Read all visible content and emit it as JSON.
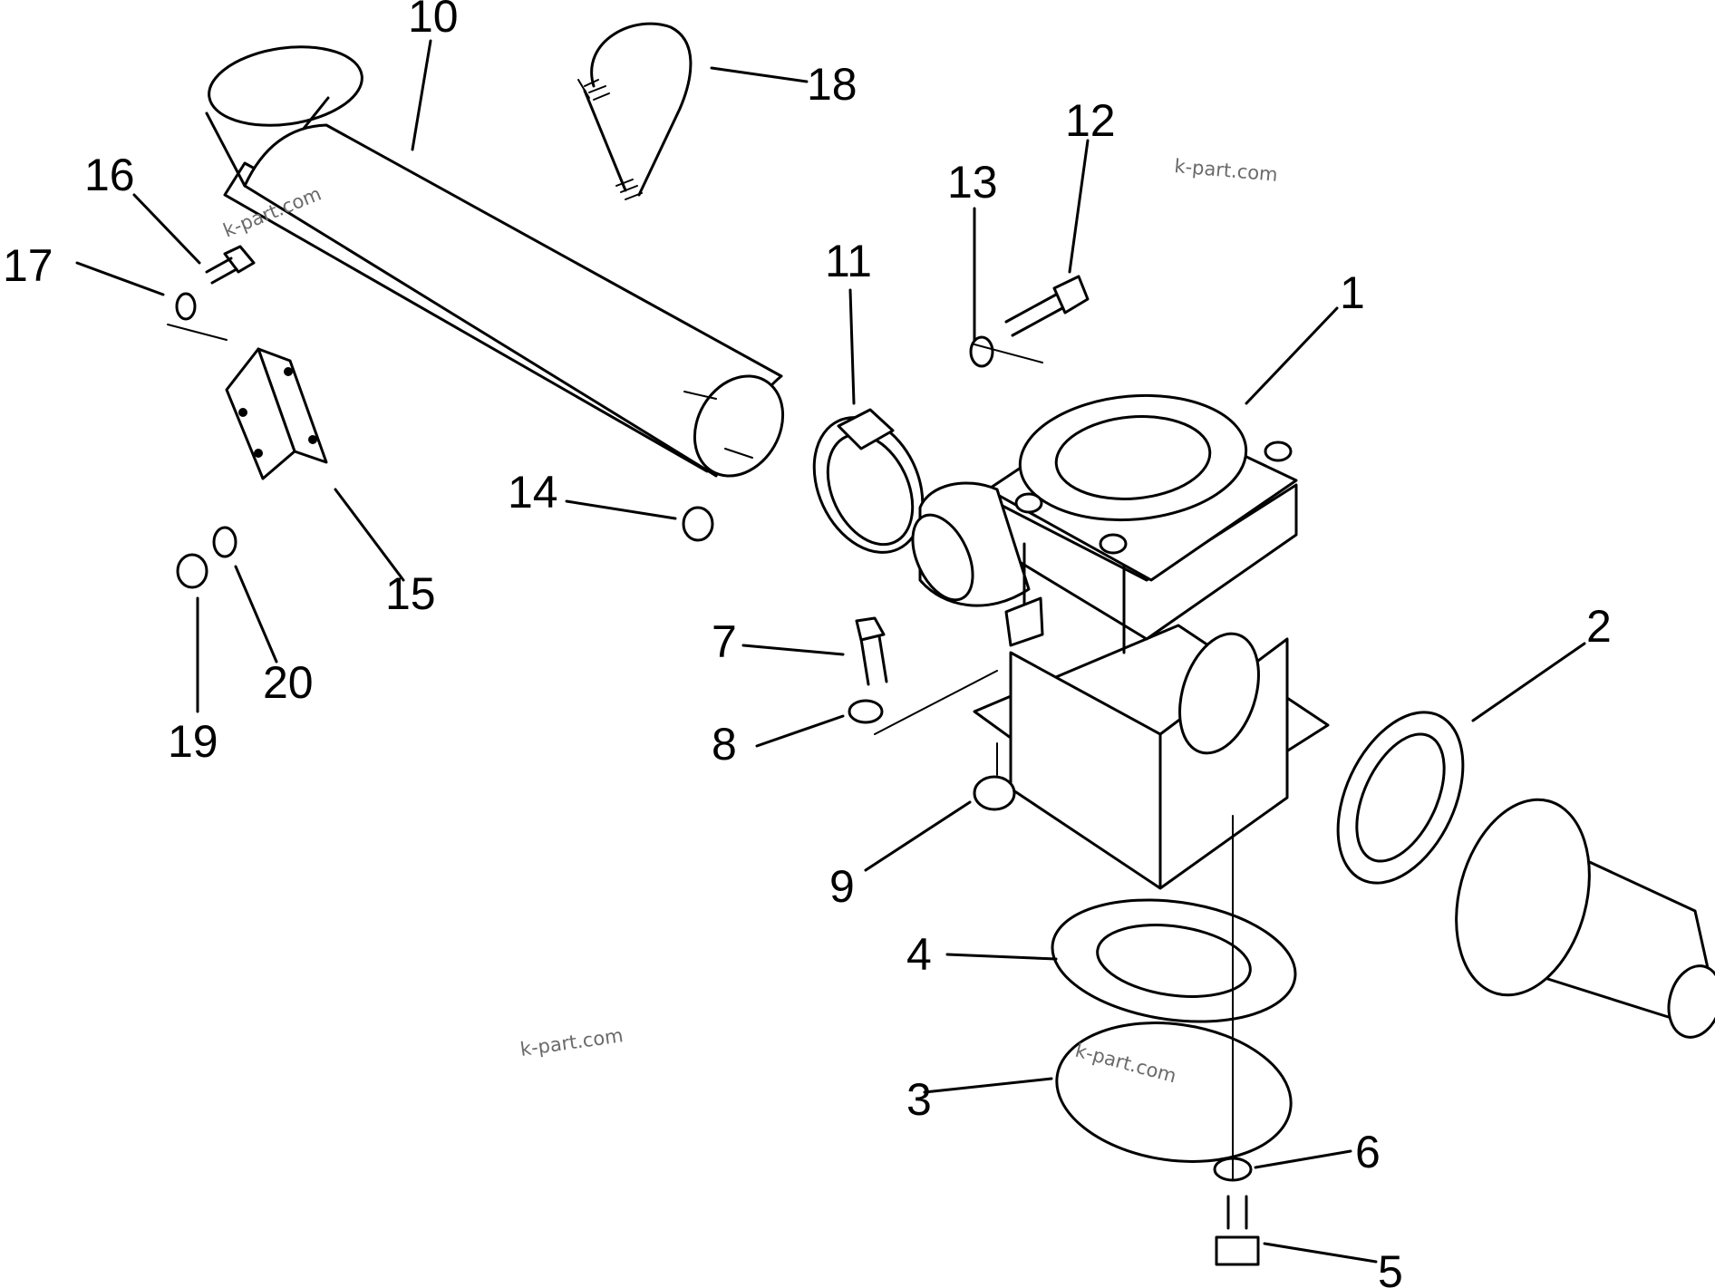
{
  "diagram": {
    "callouts": [
      "1",
      "2",
      "3",
      "4",
      "5",
      "6",
      "7",
      "8",
      "9",
      "10",
      "11",
      "12",
      "13",
      "14",
      "15",
      "16",
      "17",
      "18",
      "19",
      "20"
    ],
    "watermark": "k-part.com"
  }
}
